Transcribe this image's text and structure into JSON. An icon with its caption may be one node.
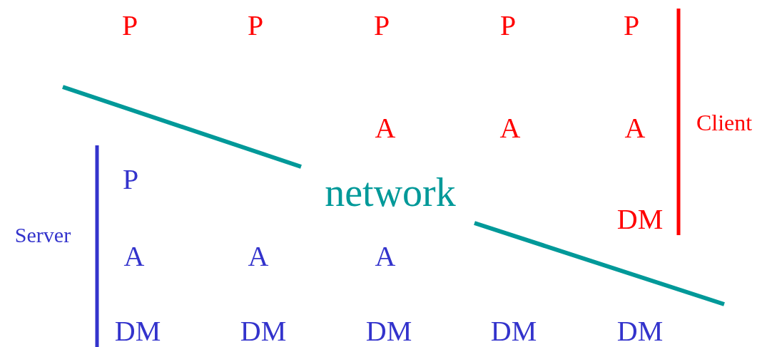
{
  "diagram": {
    "labels": [
      "P",
      "P",
      "P",
      "P",
      "P",
      "A",
      "A",
      "A",
      "Client",
      "P",
      "network",
      "DM",
      "Server",
      "A",
      "A",
      "A",
      "DM",
      "DM",
      "DM",
      "DM",
      "DM"
    ]
  }
}
